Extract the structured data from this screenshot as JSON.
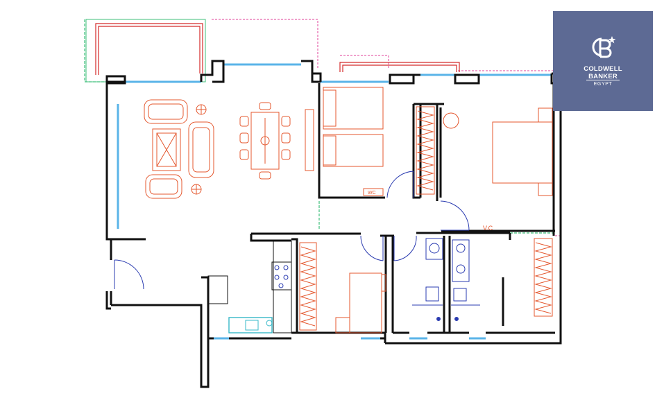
{
  "logo": {
    "line1": "COLDWELL",
    "line2": "BANKER",
    "line3": "EGYPT",
    "monogram": "CB",
    "background": "#5d6a94"
  },
  "plan_labels": {
    "wc_bedroom": "WC",
    "wc_master": "V.C"
  },
  "colors": {
    "wall": "#111111",
    "furniture": "#e4572e",
    "window": "#5ab4e8",
    "balcony": "#d42a2a",
    "door": "#2a3bb0",
    "dashed": "#e0409a",
    "green": "#3cbf7a",
    "wardrobe": "#e4572e"
  },
  "icons": [
    "coldwell-banker-logo-icon",
    "star-icon"
  ]
}
